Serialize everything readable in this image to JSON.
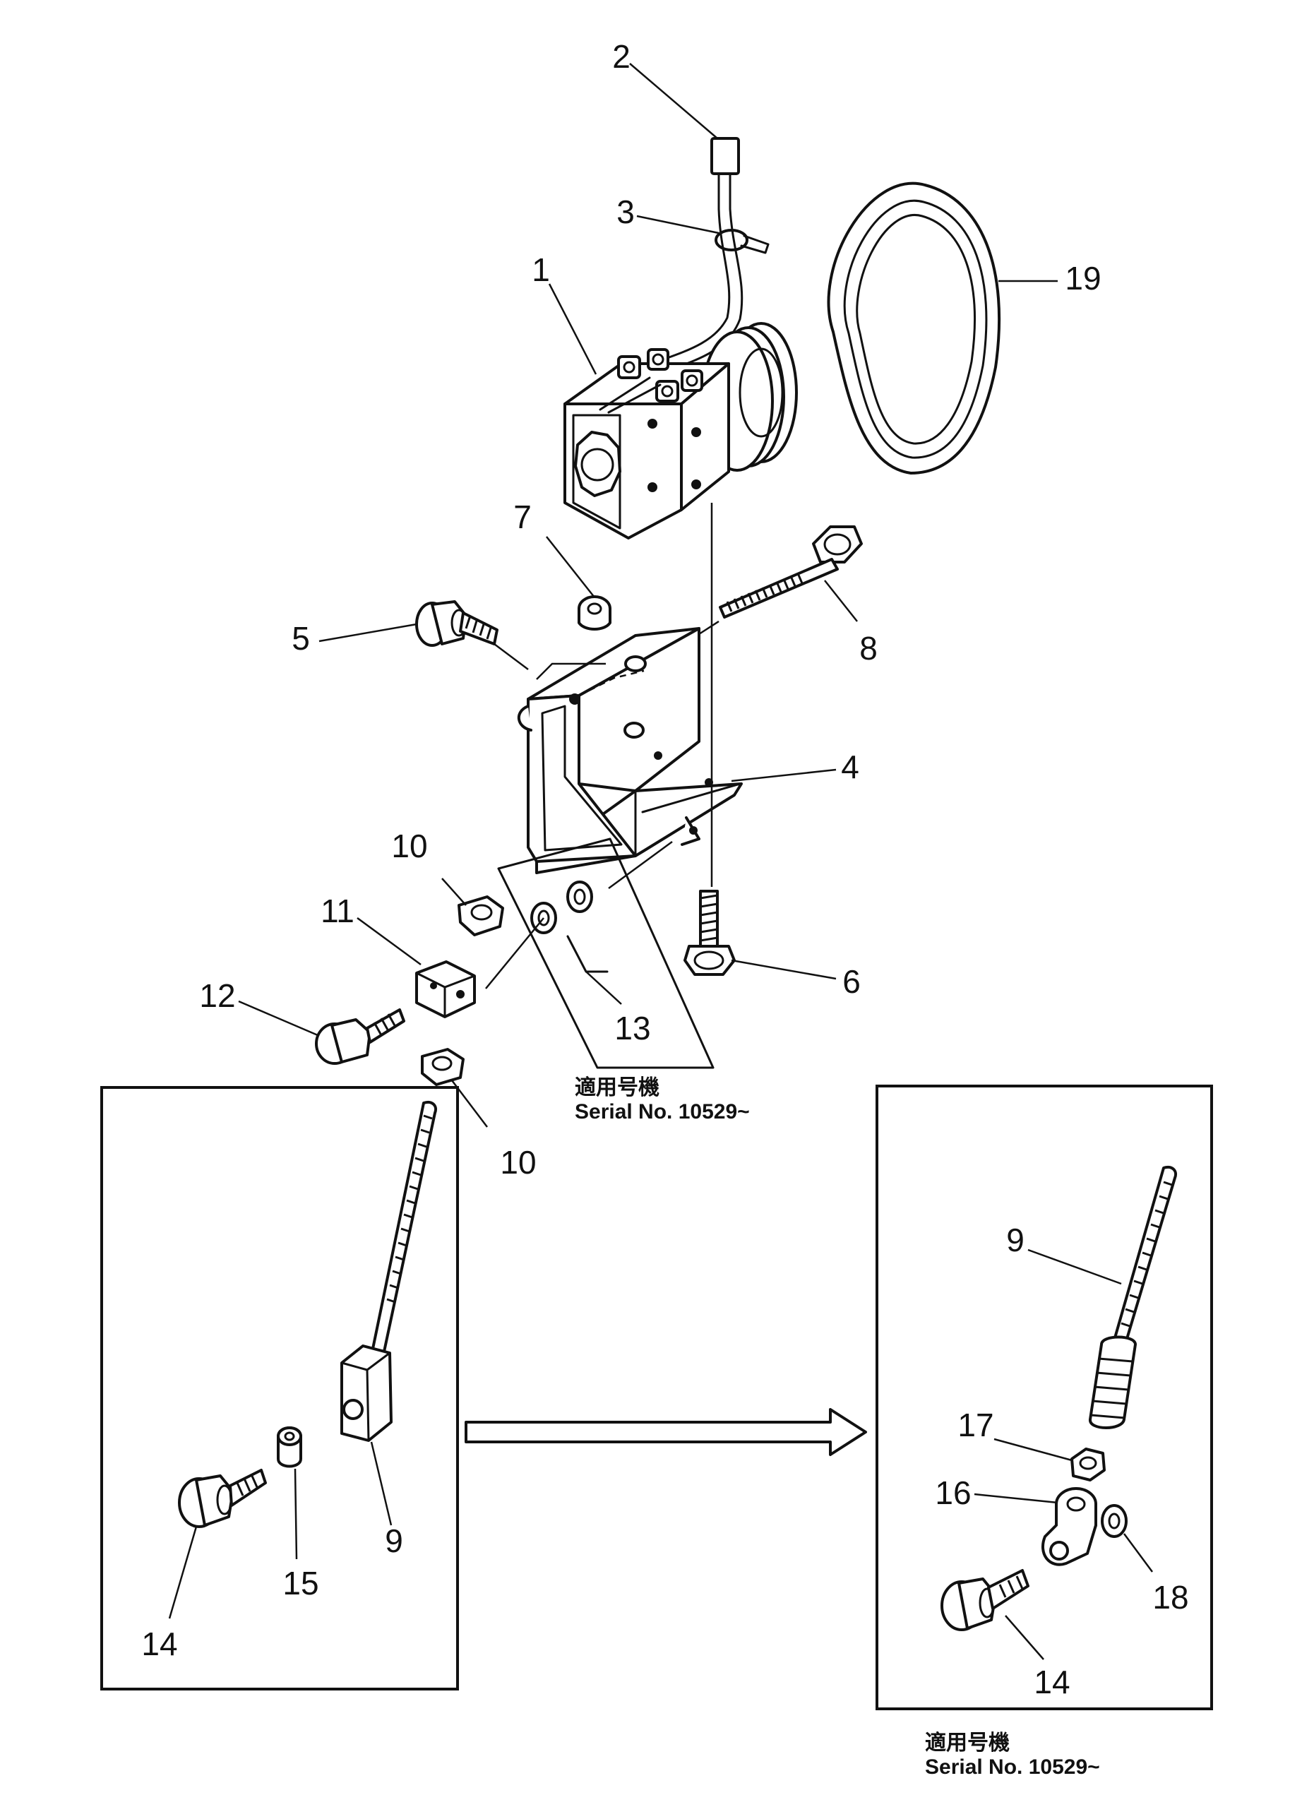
{
  "callouts": {
    "c1": "1",
    "c2": "2",
    "c3": "3",
    "c4": "4",
    "c5": "5",
    "c6": "6",
    "c7": "7",
    "c8": "8",
    "c10a": "10",
    "c10b": "10",
    "c11": "11",
    "c12": "12",
    "c13": "13",
    "c19": "19",
    "left9": "9",
    "left14": "14",
    "left15": "15",
    "right9": "9",
    "right14": "14",
    "right16": "16",
    "right17": "17",
    "right18": "18"
  },
  "notes": {
    "upper": {
      "jp": "適用号機",
      "serial": "Serial  No.  10529~"
    },
    "lower": {
      "jp": "適用号機",
      "serial": "Serial  No.  10529~"
    }
  }
}
